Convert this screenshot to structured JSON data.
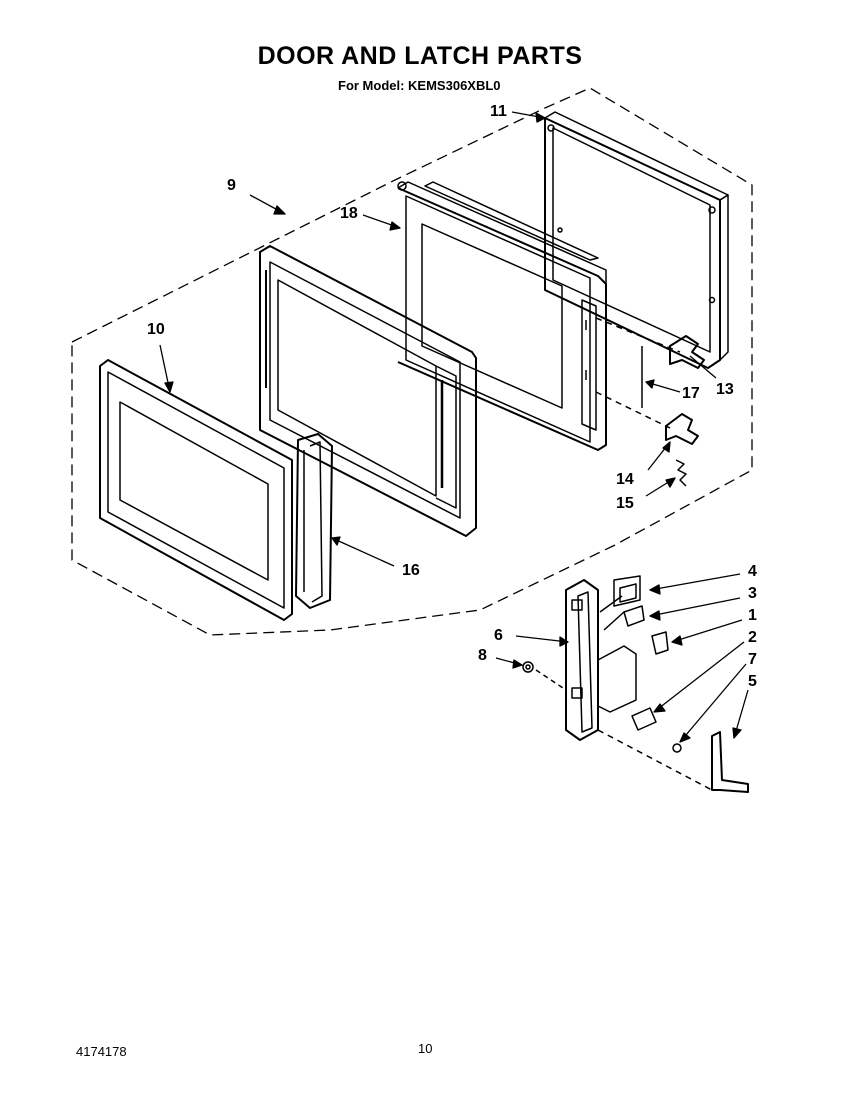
{
  "title": "DOOR AND LATCH PARTS",
  "subtitle": "For Model: KEMS306XBL0",
  "footer": {
    "doc_number": "4174178",
    "page_number": "10"
  },
  "callouts": [
    {
      "label": "11"
    },
    {
      "label": "9"
    },
    {
      "label": "18"
    },
    {
      "label": "10"
    },
    {
      "label": "13"
    },
    {
      "label": "17"
    },
    {
      "label": "14"
    },
    {
      "label": "15"
    },
    {
      "label": "16"
    },
    {
      "label": "4"
    },
    {
      "label": "3"
    },
    {
      "label": "1"
    },
    {
      "label": "2"
    },
    {
      "label": "7"
    },
    {
      "label": "5"
    },
    {
      "label": "6"
    },
    {
      "label": "8"
    }
  ]
}
